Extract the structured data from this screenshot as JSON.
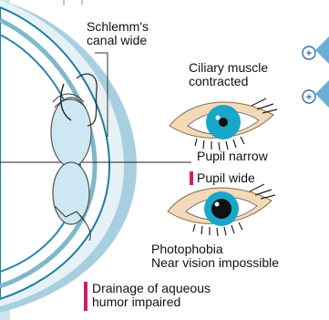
{
  "labels": {
    "schlemm_line1": "Schlemm's",
    "schlemm_line2": "canal wide",
    "ciliary_line1": "Ciliary muscle",
    "ciliary_line2": "contracted",
    "pupil_narrow": "Pupil narrow",
    "pupil_wide": "Pupil wide",
    "photophobia_line1": "Photophobia",
    "photophobia_line2": "Near vision impossible",
    "drainage_line1": "Drainage of aqueous",
    "drainage_line2": "humor impaired"
  },
  "signs": {
    "plus": "+"
  },
  "colors": {
    "accent_bar": "#d01a6e",
    "arrow_blue": "#6aaed6",
    "iris": "#1aa6c8",
    "skin": "#f3d9b8",
    "sclera_blue": "#a8cfdf",
    "frame": "#f2eec4"
  }
}
